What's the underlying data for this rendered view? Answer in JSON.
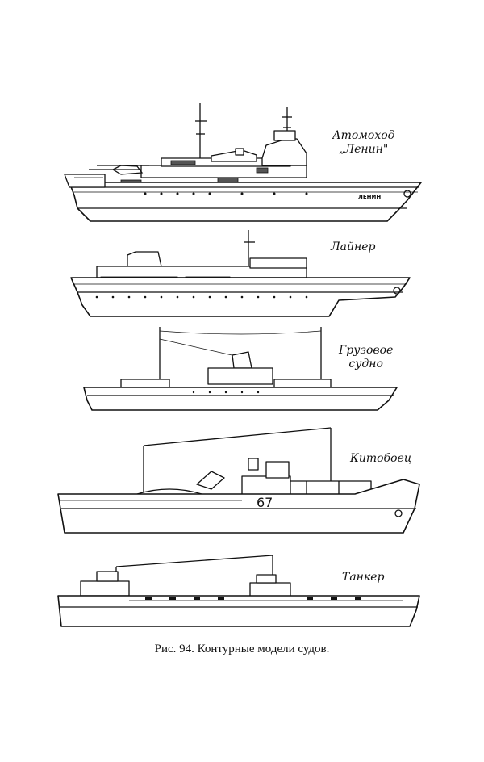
{
  "figure": {
    "caption": "Рис. 94. Контурные модели судов.",
    "ships": [
      {
        "label_line1": "Атомоход",
        "label_line2": "„Ленин\"",
        "hull_marking": "ЛЕНИН"
      },
      {
        "label_line1": "Лайнер"
      },
      {
        "label_line1": "Грузовое",
        "label_line2": "судно"
      },
      {
        "label_line1": "Китобоец",
        "hull_number": "67"
      },
      {
        "label_line1": "Танкер"
      }
    ]
  }
}
